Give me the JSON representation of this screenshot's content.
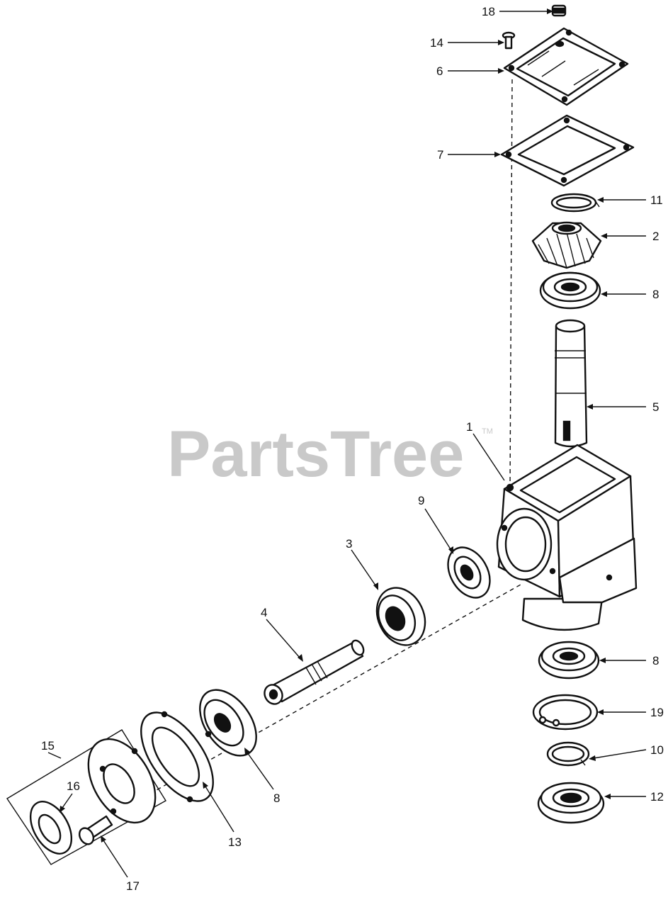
{
  "watermark": {
    "text": "PartsTree",
    "trademark": "TM"
  },
  "callouts": {
    "c18": "18",
    "c14": "14",
    "c6": "6",
    "c7": "7",
    "c11": "11",
    "c2": "2",
    "c8a": "8",
    "c5": "5",
    "c1": "1",
    "c9": "9",
    "c3": "3",
    "c4": "4",
    "c8b": "8",
    "c19": "19",
    "c10": "10",
    "c12": "12",
    "c15": "15",
    "c16": "16",
    "c8c": "8",
    "c13": "13",
    "c17": "17"
  }
}
